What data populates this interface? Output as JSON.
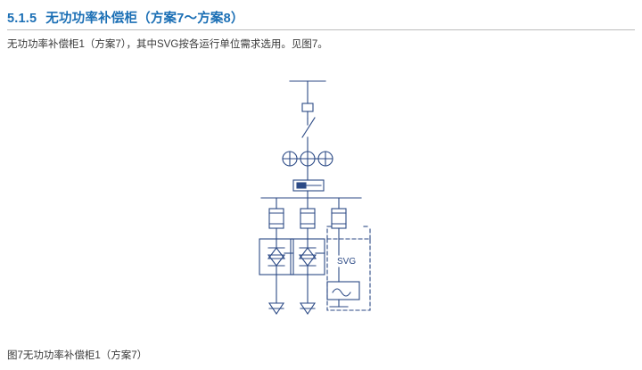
{
  "heading": {
    "number": "5.1.5",
    "title": "无功功率补偿柜（方案7～方案8）"
  },
  "paragraph": "无功功率补偿柜1（方案7），其中SVG按各运行单位需求选用。见图7。",
  "figure": {
    "caption": "图7无功功率补偿柜1（方案7）",
    "labels": {
      "svg": "SVG"
    }
  },
  "colors": {
    "heading": "#1b6fb5",
    "rule": "#bcbcbc",
    "text": "#3a3a3a",
    "diagram_line": "#2c4a86"
  }
}
